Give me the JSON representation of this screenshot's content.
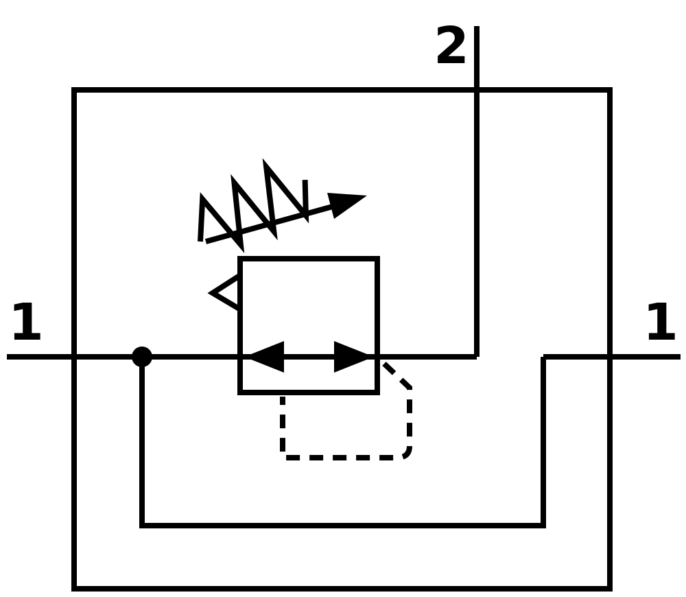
{
  "diagram": {
    "background": "#ffffff",
    "line_color": "#000000",
    "ports": {
      "top": {
        "label": "2"
      },
      "left": {
        "label": "1"
      },
      "right": {
        "label": "1"
      }
    }
  }
}
